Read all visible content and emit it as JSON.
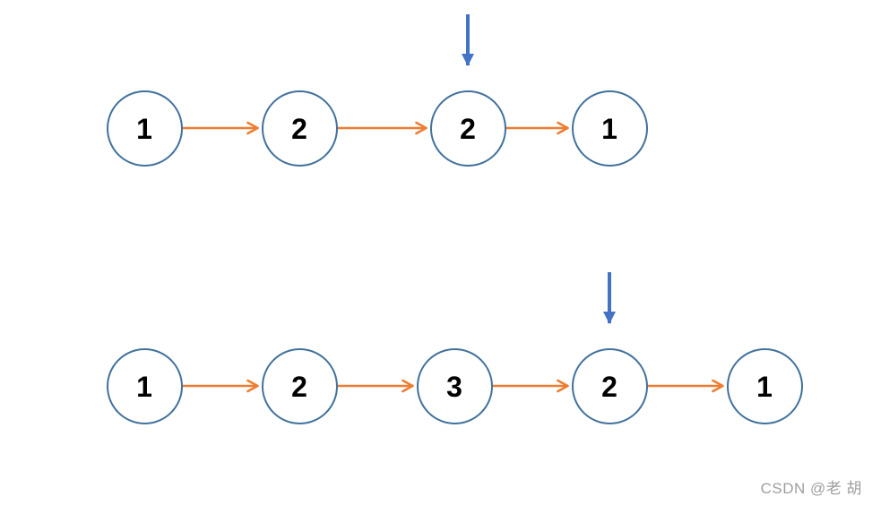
{
  "diagram": {
    "type": "linked-list",
    "lists": [
      {
        "name": "list-top",
        "values": [
          "1",
          "2",
          "2",
          "1"
        ],
        "pointer_index": 2
      },
      {
        "name": "list-bottom",
        "values": [
          "1",
          "2",
          "3",
          "2",
          "1"
        ],
        "pointer_index": 3
      }
    ],
    "colors": {
      "node_stroke": "#41719C",
      "link_arrow": "#ED7D31",
      "pointer_arrow": "#4472C4",
      "node_text": "#000000",
      "watermark_text": "#9E9E9E"
    }
  },
  "watermark": {
    "text": "CSDN @老 胡"
  }
}
